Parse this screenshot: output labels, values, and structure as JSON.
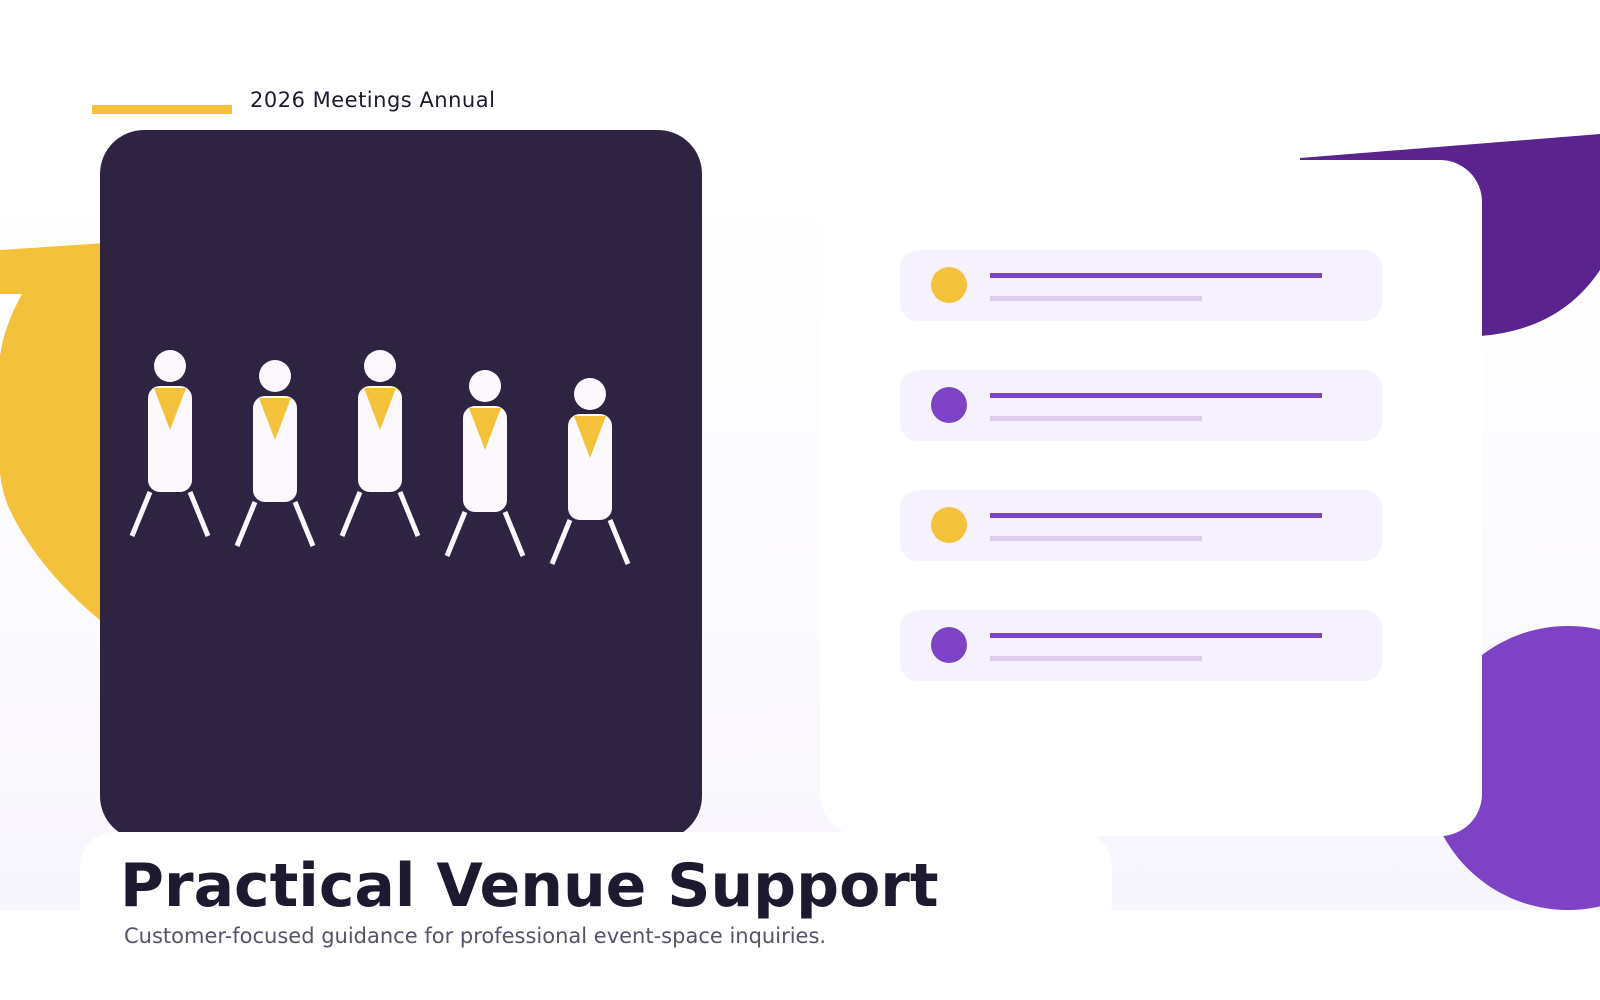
{
  "eyebrow": {
    "label": "2026 Meetings Annual"
  },
  "hero": {
    "title": "Practical Venue Support",
    "subtitle": "Customer-focused guidance for professional event-space inquiries."
  },
  "illustration": {
    "figure_count": 5,
    "icon": "people-group-illustration"
  },
  "checklist": {
    "items": [
      {
        "dot_color": "#f4c23a",
        "icon": "bullet-dot-icon"
      },
      {
        "dot_color": "#7e43c4",
        "icon": "bullet-dot-icon"
      },
      {
        "dot_color": "#f4c23a",
        "icon": "bullet-dot-icon"
      },
      {
        "dot_color": "#7e43c4",
        "icon": "bullet-dot-icon"
      }
    ]
  },
  "colors": {
    "accent_yellow": "#f4c23a",
    "accent_purple": "#7e43c4",
    "deep_purple": "#5a238d",
    "panel_dark": "#2e2442",
    "text_dark": "#1b1a2e",
    "text_muted": "#55536a"
  }
}
